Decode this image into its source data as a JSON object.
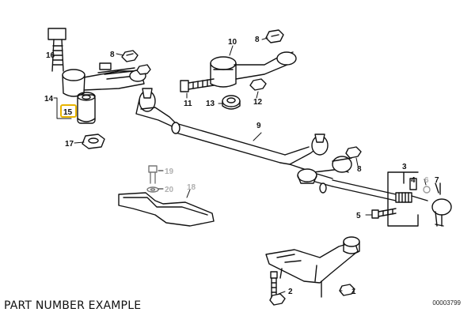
{
  "caption": "PART NUMBER EXAMPLE",
  "diagram_code": "00003799",
  "highlight_color": "#e8b400",
  "labels": {
    "p16": "16",
    "p8a": "8",
    "p10": "10",
    "p8b": "8",
    "p14": "14",
    "p15": "15",
    "p17": "17",
    "p11": "11",
    "p13": "13",
    "p12": "12",
    "p9": "9",
    "p19": "19",
    "p20": "20",
    "p18": "18",
    "p8c": "8",
    "p3": "3",
    "p4": "4",
    "p6": "6",
    "p7": "7",
    "p5": "5",
    "p1": "1",
    "p2": "2"
  }
}
